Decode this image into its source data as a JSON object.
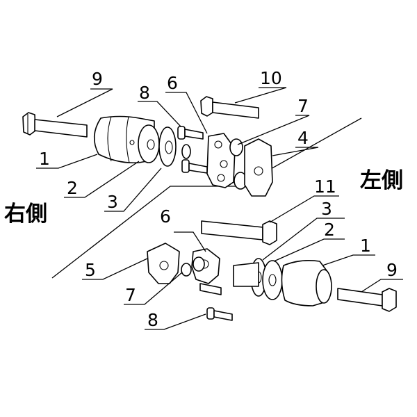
{
  "diagram": {
    "side_labels": {
      "right": "右側",
      "left": "左側"
    },
    "callouts": {
      "upper_9": "9",
      "upper_8": "8",
      "upper_6": "6",
      "upper_10": "10",
      "upper_7": "7",
      "upper_4": "4",
      "upper_1": "1",
      "upper_2": "2",
      "upper_3": "3",
      "lower_11": "11",
      "lower_3": "3",
      "lower_6": "6",
      "lower_2": "2",
      "lower_1": "1",
      "lower_5": "5",
      "lower_9": "9",
      "lower_7": "7",
      "lower_8": "8"
    },
    "colors": {
      "line": "#000000",
      "background": "#ffffff"
    }
  }
}
